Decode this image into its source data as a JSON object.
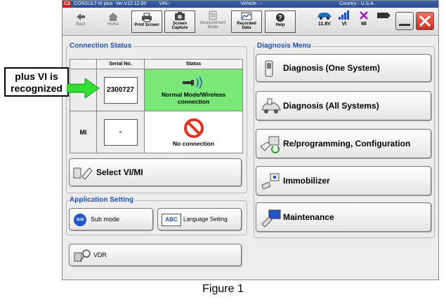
{
  "callout": {
    "line1": "plus VI is",
    "line2": "recognized"
  },
  "titlebar": {
    "app": "CONSULT-III plus",
    "version": "Ver.V12.12.00",
    "vin": "VIN:-",
    "vehicle": "Vehicle : -",
    "country": "Country : U.S.A."
  },
  "toolbar": {
    "back": "Back",
    "home": "Home",
    "print_screen": "Print Screen",
    "screen_capture_1": "Screen",
    "screen_capture_2": "Capture",
    "measurement_1": "Measurement",
    "measurement_2": "Mode",
    "recorded_1": "Recorded",
    "recorded_2": "Data",
    "help": "Help",
    "battery": "11.8V",
    "vi": "VI",
    "mi": "MI"
  },
  "connection_status": {
    "title": "Connection Status",
    "col_serial": "Serial No.",
    "col_status": "Status",
    "vi_serial": "2300727",
    "vi_status_1": "Normal Mode/Wireless",
    "vi_status_2": "connection",
    "mi_label": "MI",
    "mi_serial": "-",
    "mi_status": "No connection",
    "status_ok_color": "#79e879"
  },
  "select_vimi": "Select VI/MI",
  "application_setting": {
    "title": "Application Setting",
    "sub_mode": "Sub mode",
    "sub_badge": "SUB",
    "language_setting": "Language Setting",
    "abc": "ABC"
  },
  "vdr": "VDR",
  "diagnosis_menu": {
    "title": "Diagnosis Menu",
    "items": [
      "Diagnosis (One System)",
      "Diagnosis (All Systems)",
      "Re/programming, Configuration",
      "Immobilizer",
      "Maintenance"
    ]
  },
  "figure_caption": "Figure 1"
}
